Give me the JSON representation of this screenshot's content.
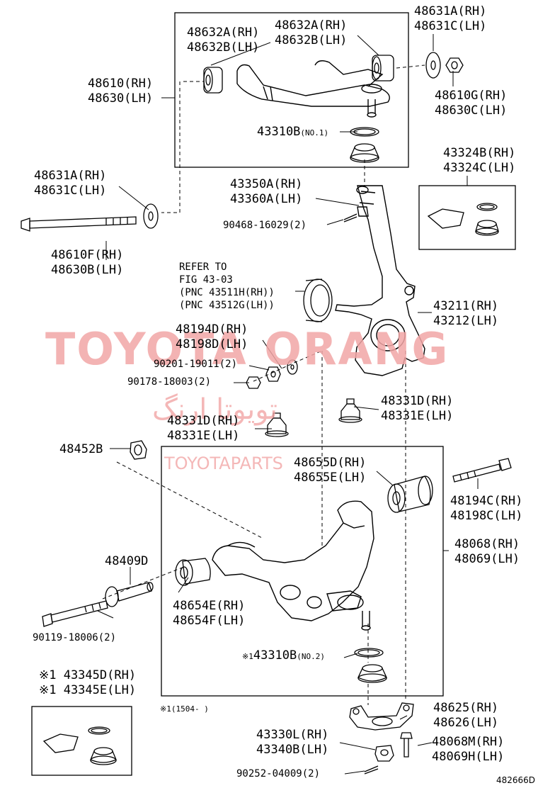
{
  "watermark": {
    "main": "TOYOTA ORANG",
    "persian": "تویوتا ارنگ",
    "url": "TOYOTAPARTS"
  },
  "reference_code": "482666D",
  "note": "※1(1504-   )",
  "parts": {
    "p48632a": [
      "48632A(RH)",
      "48632B(LH)"
    ],
    "p48632a_b": [
      "48632A(RH)",
      "48632B(LH)"
    ],
    "p48631a_top": [
      "48631A(RH)",
      "48631C(LH)"
    ],
    "p48610": [
      "48610(RH)",
      "48630(LH)"
    ],
    "p48610g": [
      "48610G(RH)",
      "48630C(LH)"
    ],
    "p43310b_1": {
      "code": "43310B",
      "suffix": "(NO.1)"
    },
    "p43324b": [
      "43324B(RH)",
      "43324C(LH)"
    ],
    "p48631a_left": [
      "48631A(RH)",
      "48631C(LH)"
    ],
    "p43350a": [
      "43350A(RH)",
      "43360A(LH)"
    ],
    "p90468": "90468-16029(2)",
    "p48610f": [
      "48610F(RH)",
      "48630B(LH)"
    ],
    "refer": [
      "REFER TO",
      "FIG 43-03",
      "(PNC 43511H(RH))",
      "(PNC 43512G(LH))"
    ],
    "p43211": [
      "43211(RH)",
      "43212(LH)"
    ],
    "p48194d": [
      "48194D(RH)",
      "48198D(LH)"
    ],
    "p90201": "90201-19011(2)",
    "p90178": "90178-18003(2)",
    "p48331d_r": [
      "48331D(RH)",
      "48331E(LH)"
    ],
    "p48331d_l": [
      "48331D(RH)",
      "48331E(LH)"
    ],
    "p48452b": "48452B",
    "p48655d": [
      "48655D(RH)",
      "48655E(LH)"
    ],
    "p48194c": [
      "48194C(RH)",
      "48198C(LH)"
    ],
    "p48068": [
      "48068(RH)",
      "48069(LH)"
    ],
    "p48409d": "48409D",
    "p48654e": [
      "48654E(RH)",
      "48654F(LH)"
    ],
    "p90119": "90119-18006(2)",
    "p43310b_2": {
      "mark": "※1",
      "code": "43310B",
      "suffix": "(NO.2)"
    },
    "p43345d": [
      "※1 43345D(RH)",
      "※1 43345E(LH)"
    ],
    "p48625": [
      "48625(RH)",
      "48626(LH)"
    ],
    "p43330l": [
      "43330L(RH)",
      "43340B(LH)"
    ],
    "p48068m": [
      "48068M(RH)",
      "48069H(LH)"
    ],
    "p90252": "90252-04009(2)"
  }
}
